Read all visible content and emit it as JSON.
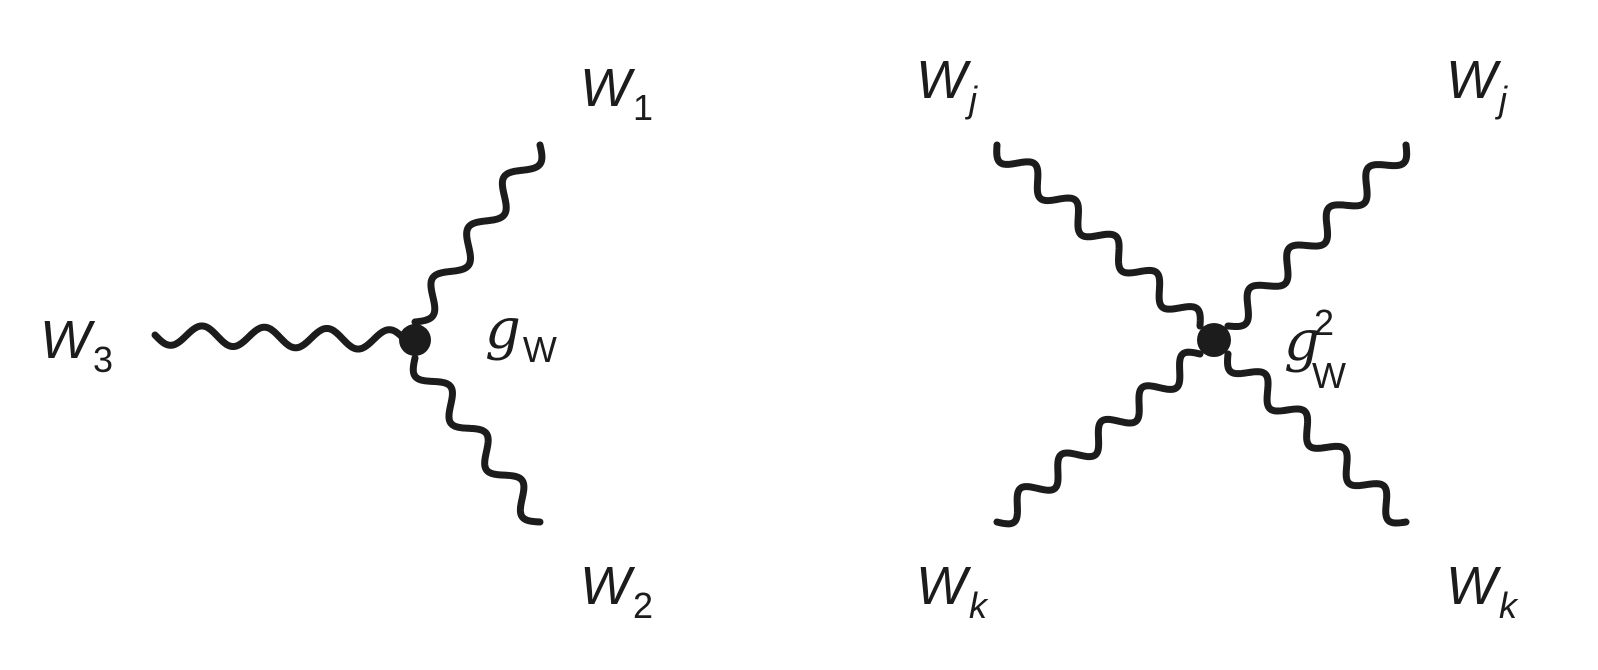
{
  "diagrams": [
    {
      "name": "three-boson-vertex",
      "vertex_label": {
        "symbol": "g",
        "subscript": "W",
        "superscript": ""
      },
      "legs": [
        {
          "id": "w3",
          "label": "W",
          "sub": "3"
        },
        {
          "id": "w1",
          "label": "W",
          "sub": "1"
        },
        {
          "id": "w2",
          "label": "W",
          "sub": "2"
        }
      ]
    },
    {
      "name": "four-boson-vertex",
      "vertex_label": {
        "symbol": "g",
        "subscript": "W",
        "superscript": "2"
      },
      "legs": [
        {
          "id": "wj-left",
          "label": "W",
          "sub": "j"
        },
        {
          "id": "wj-right",
          "label": "W",
          "sub": "j"
        },
        {
          "id": "wk-left",
          "label": "W",
          "sub": "k"
        },
        {
          "id": "wk-right",
          "label": "W",
          "sub": "k"
        }
      ]
    }
  ],
  "colors": {
    "ink": "#1c1c1c",
    "background": "#ffffff"
  }
}
